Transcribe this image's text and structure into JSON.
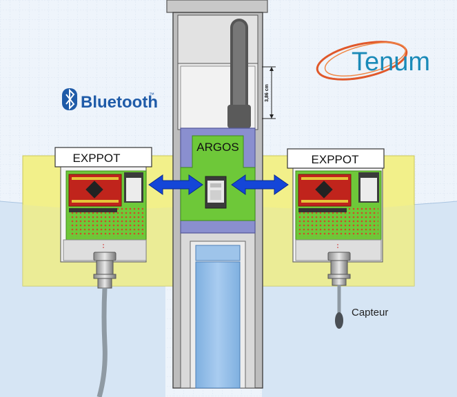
{
  "labels": {
    "left_module": "EXPPOT",
    "right_module": "EXPPOT",
    "center_module": "ARGOS",
    "sensor": "Capteur",
    "dimension": "3,86 cm"
  },
  "logos": {
    "bluetooth": "Bluetooth",
    "bluetooth_tm": "™",
    "tenum": "Tenum"
  },
  "colors": {
    "yellow_box": "#f2f08a",
    "green_board": "#6ec839",
    "argos_frame": "#8a8fcf",
    "arrow": "#1446d8",
    "water": "#d6e5f4",
    "grid_bg": "#eef4fb",
    "tenum_blue": "#1a8ab8",
    "tenum_orange": "#e0582a",
    "bluetooth_blue": "#1f5ba8"
  }
}
